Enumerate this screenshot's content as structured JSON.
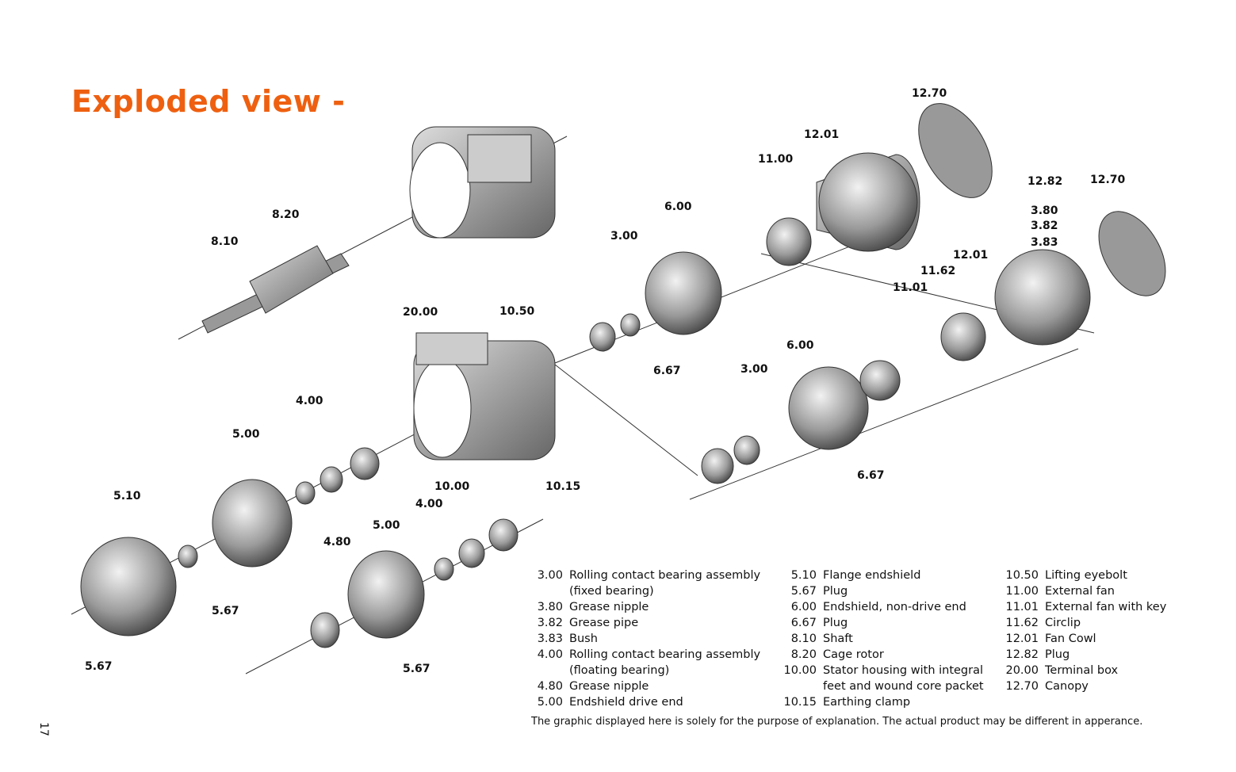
{
  "title": "Exploded view -",
  "page_number": "17",
  "accent_color": "#ee6010",
  "callouts": [
    "12.70",
    "12.01",
    "11.00",
    "12.82",
    "12.70",
    "3.80",
    "3.82",
    "3.83",
    "12.01",
    "11.62",
    "11.01",
    "6.00",
    "3.00",
    "8.20",
    "8.10",
    "20.00",
    "10.50",
    "6.67",
    "3.00",
    "6.00",
    "6.67",
    "4.00",
    "5.00",
    "5.10",
    "10.00",
    "10.15",
    "4.00",
    "5.00",
    "4.80",
    "5.67",
    "5.67",
    "5.67"
  ],
  "legend": {
    "col1": [
      {
        "num": "3.00",
        "desc": "Rolling contact bearing assembly",
        "desc2": "(fixed bearing)"
      },
      {
        "num": "3.80",
        "desc": "Grease nipple"
      },
      {
        "num": "3.82",
        "desc": "Grease pipe"
      },
      {
        "num": "3.83",
        "desc": "Bush"
      },
      {
        "num": "4.00",
        "desc": "Rolling contact bearing assembly",
        "desc2": "(floating bearing)"
      },
      {
        "num": "4.80",
        "desc": "Grease nipple"
      },
      {
        "num": "5.00",
        "desc": "Endshield drive end"
      }
    ],
    "col2": [
      {
        "num": "5.10",
        "desc": "Flange endshield"
      },
      {
        "num": "5.67",
        "desc": "Plug"
      },
      {
        "num": "6.00",
        "desc": "Endshield, non-drive end"
      },
      {
        "num": "6.67",
        "desc": "Plug"
      },
      {
        "num": "8.10",
        "desc": "Shaft"
      },
      {
        "num": "8.20",
        "desc": "Cage rotor"
      },
      {
        "num": "10.00",
        "desc": "Stator housing with integral",
        "desc2": "feet and wound core packet"
      },
      {
        "num": "10.15",
        "desc": "Earthing clamp"
      }
    ],
    "col3": [
      {
        "num": "10.50",
        "desc": "Lifting eyebolt"
      },
      {
        "num": "11.00",
        "desc": "External fan"
      },
      {
        "num": "11.01",
        "desc": "External fan with key"
      },
      {
        "num": "11.62",
        "desc": "Circlip"
      },
      {
        "num": "12.01",
        "desc": "Fan Cowl"
      },
      {
        "num": "12.82",
        "desc": "Plug"
      },
      {
        "num": "20.00",
        "desc": "Terminal box"
      },
      {
        "num": "12.70",
        "desc": "Canopy"
      }
    ]
  },
  "note": "The graphic displayed here is solely for the purpose of explanation. The actual product may be different in apperance."
}
